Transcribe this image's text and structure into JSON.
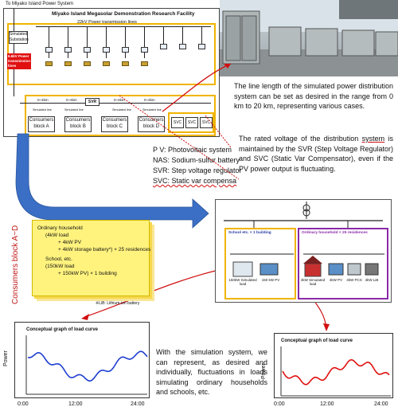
{
  "schematic": {
    "top_label": "To Miyako Island Power System",
    "title": "Miyako Island Megasolar Demonstration Research Facility",
    "line_label": "22kV Power transmission lines",
    "substation_label": "Simulated Substation",
    "red_box_label": "6.6kV Power transmission lines",
    "svr_label": "SVR",
    "svc_labels": [
      "SVC",
      "SVC",
      "SVC"
    ],
    "consumer_blocks": [
      "Consumers block A",
      "Consumers block B",
      "Consumers block C",
      "Consumers block D"
    ],
    "small_labels": [
      "Simulated line",
      "Simulated line",
      "Simulated line",
      "Simulated line"
    ],
    "line_km": [
      "0~4km",
      "0~4km",
      "0~4km",
      "0~4km"
    ]
  },
  "desc_line_length": "The line length of the simulated power distribution system can be set as desired in the range from 0 km to 20 km, representing various cases.",
  "desc_rated_voltage_pre": "The rated voltage of the distribution ",
  "desc_rated_voltage_under": "system",
  "desc_rated_voltage_post": " is maintained by the SVR (Step Voltage Regulator) and SVC (Static Var Compensator), even if the PV power output is fluctuating.",
  "legend": [
    "P V: Photovoltaic system",
    "NAS: Sodium-sulfur battery",
    "SVR: Step voltage regulator",
    "SVC: Static var compensa"
  ],
  "consumers": {
    "side_label": "Consumers block A~D",
    "lines": [
      "Ordinary household",
      "(4kW load",
      "+ 4kW PV",
      "+ 4kW storage battery*) × 25 residences",
      "School, etc.",
      "(150kW load",
      "+ 150kW PV) × 1 building"
    ],
    "footnote": "※LiB: Lithium-ion battery"
  },
  "mid_diagram": {
    "school_label": "School etc. × 1 building",
    "house_label": "Ordinary household × 25 residences",
    "items": [
      "150kW Simulated load",
      "150 kW PV",
      "4kW Simulated load",
      "4kW PV",
      "4kW PCS",
      "4kW LiB"
    ]
  },
  "graph_left": {
    "title": "Conceptual graph of load curve",
    "ylabel": "Power",
    "x_ticks": [
      "0:00",
      "12:00",
      "24:00"
    ]
  },
  "graph_right": {
    "title": "Conceptual graph of load curve",
    "ylabel": "Power",
    "x_ticks": [
      "0:00",
      "12:00",
      "24:00"
    ]
  },
  "desc_simulation": "With the simulation system, we can represent, as desired and individually, fluctuations in loads simulating ordinary households and schools, etc.",
  "colors": {
    "accent_yellow": "#f0b400",
    "arrow_blue": "#2f63b8",
    "curve_left": "#1f3fd0",
    "curve_right": "#e01010",
    "purple": "#8b2aa8"
  }
}
